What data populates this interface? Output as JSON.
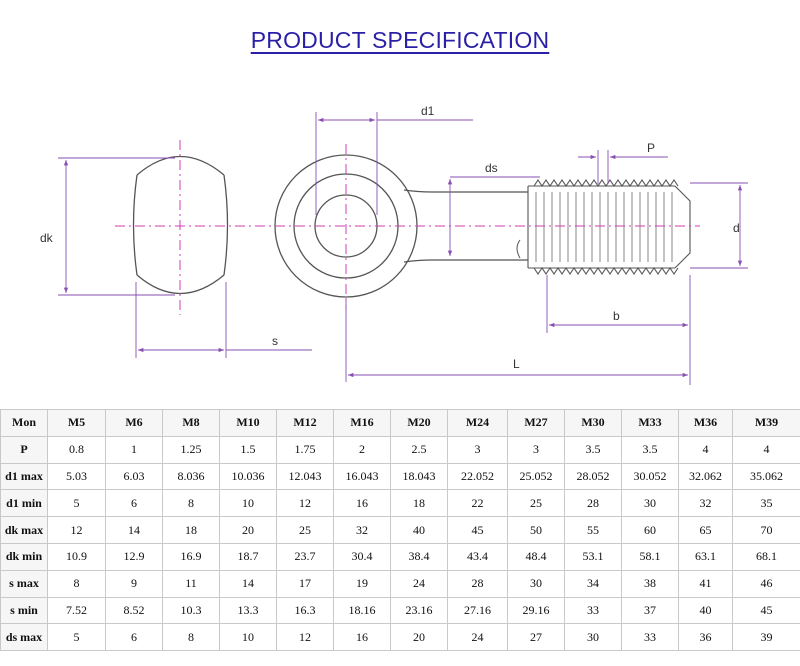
{
  "title": "PRODUCT SPECIFICATION",
  "drawing": {
    "labels": {
      "d1": "d1",
      "ds": "ds",
      "P": "P",
      "dk": "dk",
      "d": "d",
      "b": "b",
      "s": "s",
      "L": "L"
    },
    "colors": {
      "outline": "#555555",
      "dimension": "#8a4fb3",
      "centerline": "#d23cb3"
    }
  },
  "table": {
    "header": [
      "Mon",
      "M5",
      "M6",
      "M8",
      "M10",
      "M12",
      "M16",
      "M20",
      "M24",
      "M27",
      "M30",
      "M33",
      "M36",
      "M39"
    ],
    "rows": [
      {
        "label": "P",
        "values": [
          "0.8",
          "1",
          "1.25",
          "1.5",
          "1.75",
          "2",
          "2.5",
          "3",
          "3",
          "3.5",
          "3.5",
          "4",
          "4"
        ]
      },
      {
        "label": "d1 max",
        "values": [
          "5.03",
          "6.03",
          "8.036",
          "10.036",
          "12.043",
          "16.043",
          "18.043",
          "22.052",
          "25.052",
          "28.052",
          "30.052",
          "32.062",
          "35.062"
        ]
      },
      {
        "label": "d1 min",
        "values": [
          "5",
          "6",
          "8",
          "10",
          "12",
          "16",
          "18",
          "22",
          "25",
          "28",
          "30",
          "32",
          "35"
        ]
      },
      {
        "label": "dk max",
        "values": [
          "12",
          "14",
          "18",
          "20",
          "25",
          "32",
          "40",
          "45",
          "50",
          "55",
          "60",
          "65",
          "70"
        ]
      },
      {
        "label": "dk min",
        "values": [
          "10.9",
          "12.9",
          "16.9",
          "18.7",
          "23.7",
          "30.4",
          "38.4",
          "43.4",
          "48.4",
          "53.1",
          "58.1",
          "63.1",
          "68.1"
        ]
      },
      {
        "label": "s max",
        "values": [
          "8",
          "9",
          "11",
          "14",
          "17",
          "19",
          "24",
          "28",
          "30",
          "34",
          "38",
          "41",
          "46"
        ]
      },
      {
        "label": "s min",
        "values": [
          "7.52",
          "8.52",
          "10.3",
          "13.3",
          "16.3",
          "18.16",
          "23.16",
          "27.16",
          "29.16",
          "33",
          "37",
          "40",
          "45"
        ]
      },
      {
        "label": "ds max",
        "values": [
          "5",
          "6",
          "8",
          "10",
          "12",
          "16",
          "20",
          "24",
          "27",
          "30",
          "33",
          "36",
          "39"
        ]
      }
    ]
  }
}
